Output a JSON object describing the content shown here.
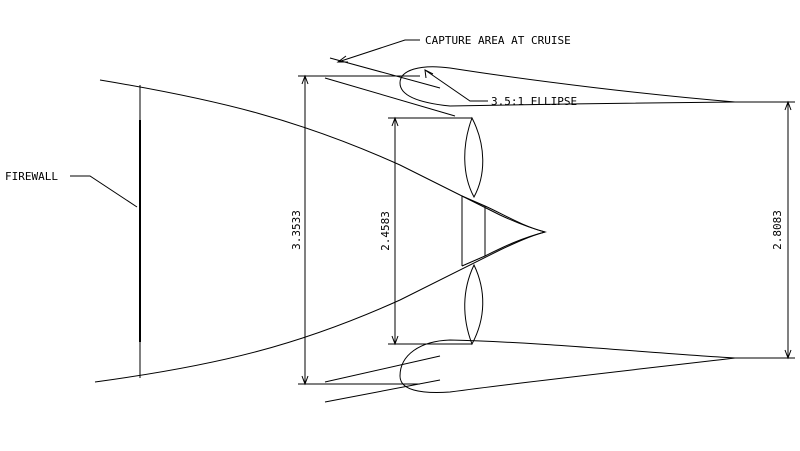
{
  "labels": {
    "firewall": "FIREWALL",
    "capture_area": "CAPTURE AREA AT CRUISE",
    "ellipse": "3.5:1 ELLIPSE"
  },
  "dimensions": {
    "capture_height": "3.3533",
    "fan_diameter": "2.4583",
    "exit_height": "2.8083"
  }
}
